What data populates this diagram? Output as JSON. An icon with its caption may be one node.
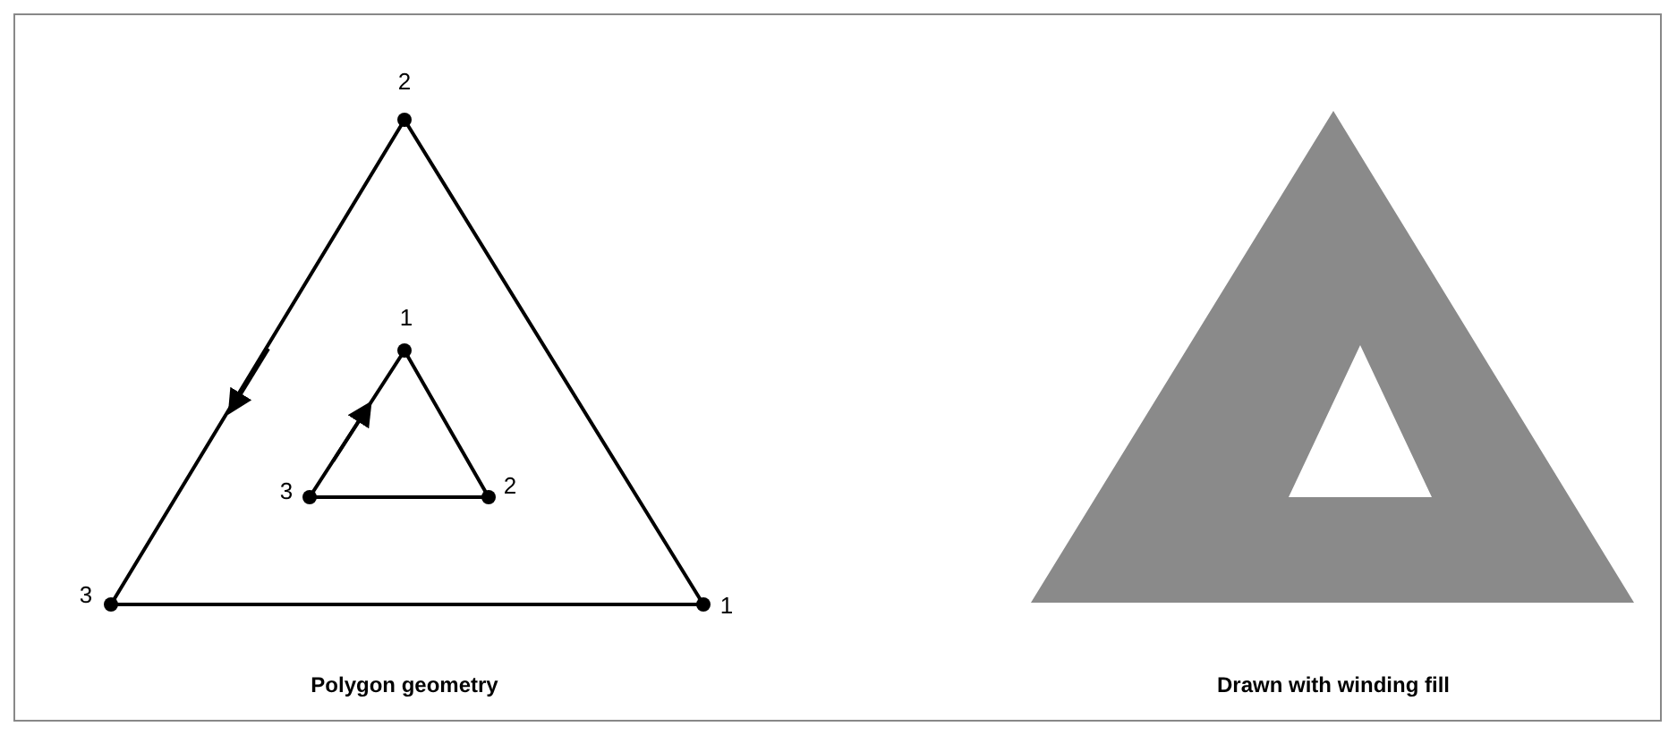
{
  "diagram": {
    "labels": [
      "2",
      "1",
      "3",
      "2",
      "3",
      "1",
      "Polygon geometry",
      "Drawn with winding fill"
    ]
  }
}
